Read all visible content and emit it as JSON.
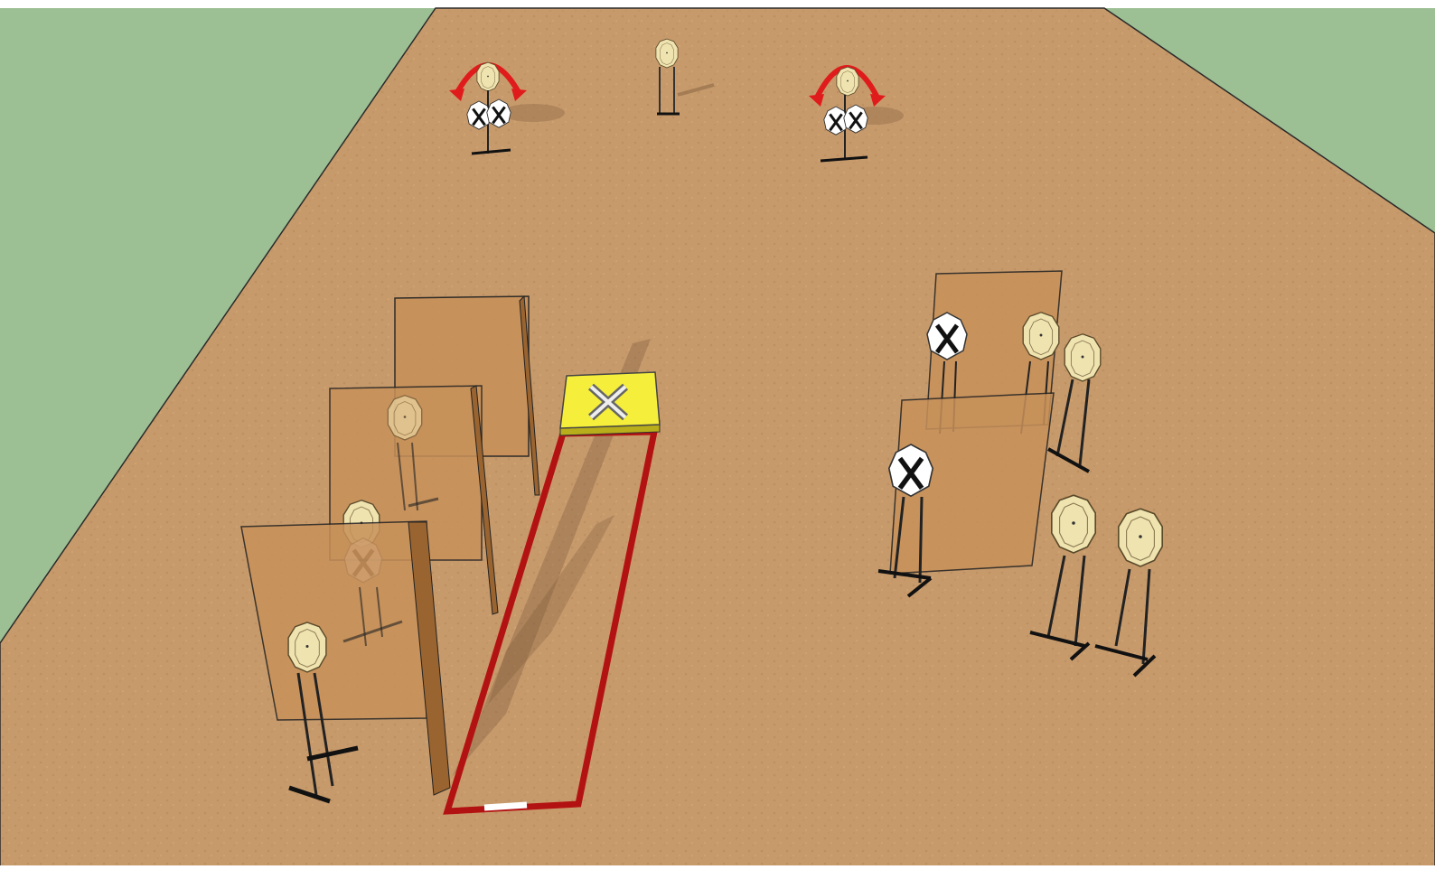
{
  "scene": {
    "kind": "3d-range-stage-render",
    "colors": {
      "grass": "#9cbf94",
      "sand": "#c79a6b",
      "sand_dark": "#b58a5d",
      "panel": "#c8915a",
      "panel_side": "#9a6430",
      "shooting_box": "#b31212",
      "start_marker": "#ffffff",
      "plate": "#f5ee3a",
      "target_paper": "#efe3b0",
      "no_shoot": "#ffffff",
      "swinger_arrow": "#e01b1b"
    },
    "icons": {
      "no_shoot_mark": "x-mark",
      "swinger_motion": "curved-double-arrow",
      "activator": "x-mark"
    },
    "objects": {
      "swingers": 2,
      "standing_paper_targets": 9,
      "no_shoot_targets": 4,
      "walls": 5,
      "shooting_box": 1,
      "activator_plate": 1
    }
  }
}
